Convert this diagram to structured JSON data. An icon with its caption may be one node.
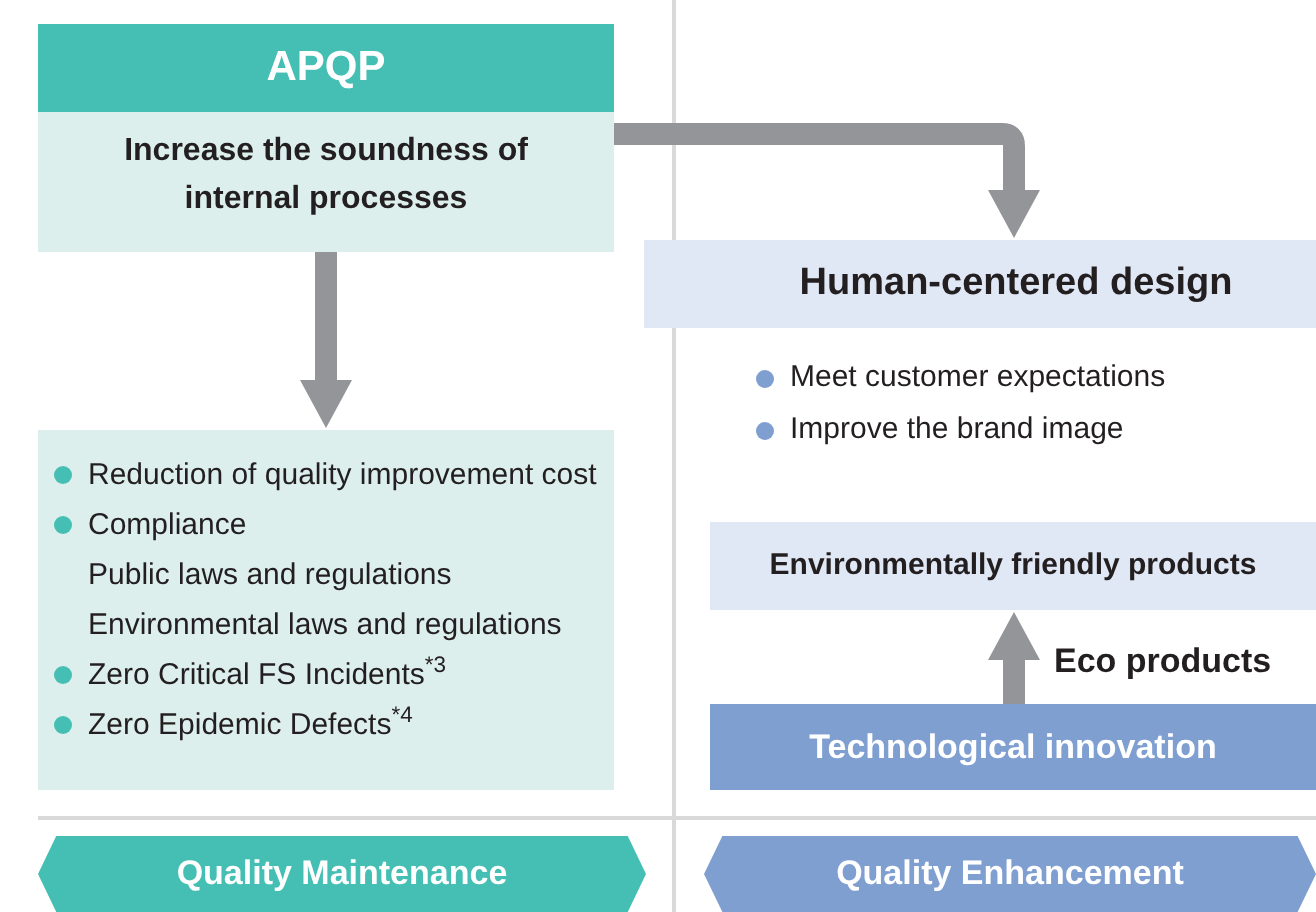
{
  "diagram": {
    "nodes": [
      {
        "text": [
          "APQP",
          "Increase the soundness of internal processes"
        ]
      },
      {
        "text": [],
        "shape": "box"
      },
      {
        "text": [
          "Reduction of quality improvement cost"
        ],
        "in": 1
      },
      {
        "text": [
          "Compliance",
          "Public laws and regulations",
          "Environmental laws and regulations"
        ],
        "in": 1
      },
      {
        "text": [
          "Zero Critical FS Incidents$^{*3}$"
        ],
        "in": 1
      },
      {
        "text": [
          "Zero Epidemic Defects$^{*4}$"
        ],
        "in": 1
      },
      {
        "text": [
          "Human-centered design"
        ],
        "beside": [
          "Meet customer expectations",
          "Improve the brand image"
        ]
      },
      {
        "text": [
          "Environmentally friendly products"
        ]
      },
      {
        "text": [
          "Technological innovation"
        ]
      },
      {
        "text": [
          "Quality Maintenance"
        ]
      },
      {
        "text": [
          "Quality Enhancement"
        ]
      }
    ],
    "edges": [
      {
        "from": 0,
        "to": 1,
        "arrow": "to"
      },
      {
        "from": 0,
        "to": 6,
        "arrow": "to"
      },
      {
        "from": 8,
        "to": 7,
        "label": "Eco products",
        "arrow": "to"
      }
    ]
  }
}
